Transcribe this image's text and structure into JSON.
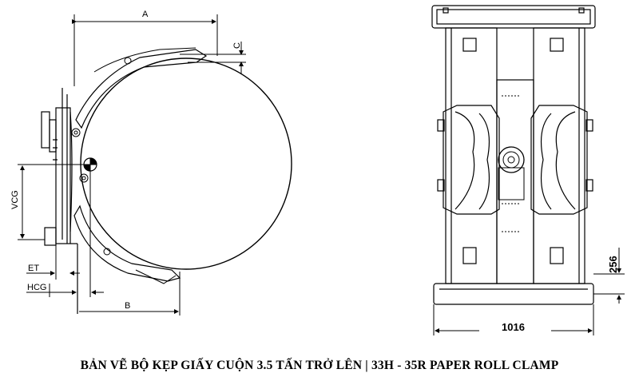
{
  "side_view": {
    "dim_a": "A",
    "dim_b": "B",
    "dim_c": "C",
    "dim_vcg": "VCG",
    "dim_et": "ET",
    "dim_hcg": "HCG"
  },
  "front_view": {
    "dim_height": "256",
    "dim_width": "1016"
  },
  "caption": "BẢN VẼ BỘ KẸP GIẤY CUỘN 3.5 TẤN TRỞ LÊN | 33H - 35R PAPER ROLL CLAMP"
}
